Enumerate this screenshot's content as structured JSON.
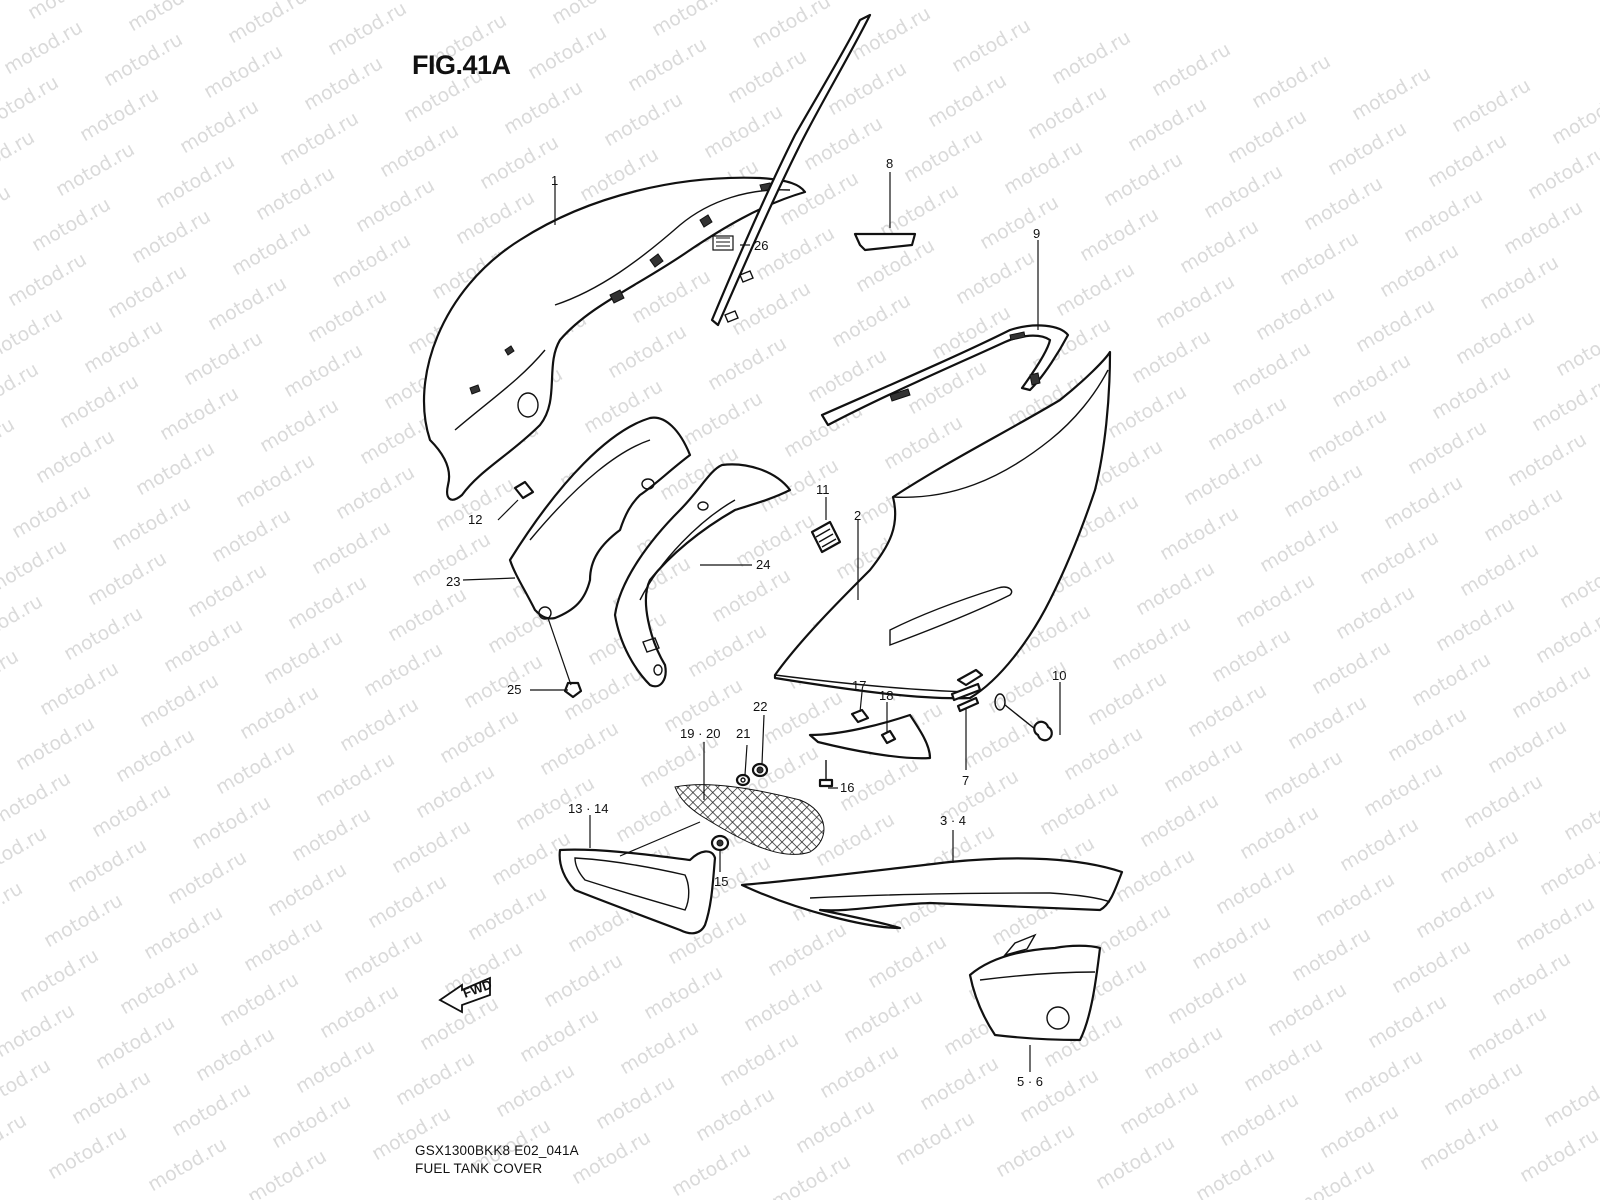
{
  "figure": {
    "title": "FIG.41A",
    "watermark": "motod.ru",
    "model_code": "GSX1300BKK8 E02_041A",
    "caption": "FUEL TANK COVER",
    "fwd_label": "FWD"
  },
  "callouts": [
    {
      "id": "c1",
      "text": "1"
    },
    {
      "id": "c2",
      "text": "2"
    },
    {
      "id": "c3-4",
      "text": "3 · 4"
    },
    {
      "id": "c5-6",
      "text": "5 · 6"
    },
    {
      "id": "c7",
      "text": "7"
    },
    {
      "id": "c8",
      "text": "8"
    },
    {
      "id": "c9",
      "text": "9"
    },
    {
      "id": "c10",
      "text": "10"
    },
    {
      "id": "c11",
      "text": "11"
    },
    {
      "id": "c12",
      "text": "12"
    },
    {
      "id": "c13-14",
      "text": "13 · 14"
    },
    {
      "id": "c15",
      "text": "15"
    },
    {
      "id": "c16",
      "text": "16"
    },
    {
      "id": "c17",
      "text": "17"
    },
    {
      "id": "c18",
      "text": "18"
    },
    {
      "id": "c19-20",
      "text": "19 · 20"
    },
    {
      "id": "c21",
      "text": "21"
    },
    {
      "id": "c22",
      "text": "22"
    },
    {
      "id": "c23",
      "text": "23"
    },
    {
      "id": "c24",
      "text": "24"
    },
    {
      "id": "c25",
      "text": "25"
    },
    {
      "id": "c26",
      "text": "26"
    }
  ]
}
